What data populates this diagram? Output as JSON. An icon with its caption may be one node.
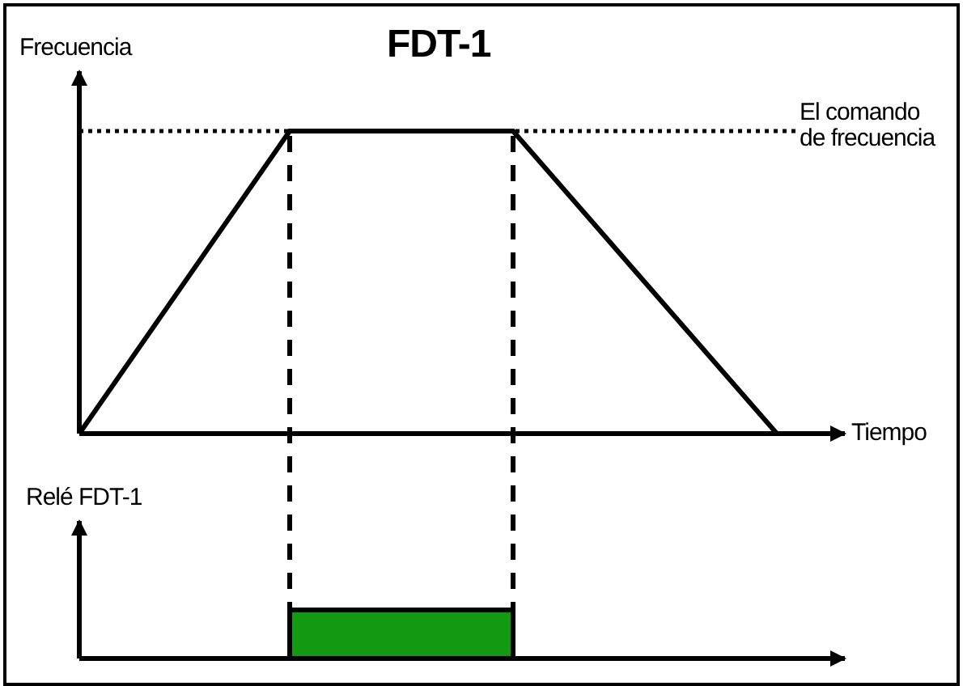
{
  "diagram": {
    "title": "FDT-1",
    "labels": [
      "Frecuencia",
      "El comando de frecuencia",
      "Tiempo",
      "Relé FDT-1"
    ]
  }
}
